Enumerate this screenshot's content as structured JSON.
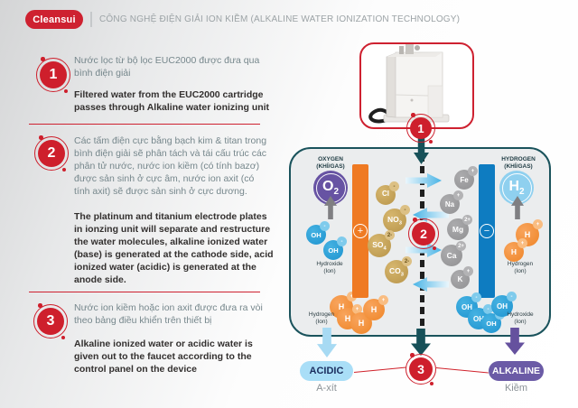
{
  "header": {
    "brand": "Cleansui",
    "title": "CÔNG NGHỆ ĐIỆN GIẢI ION KIỀM (ALKALINE WATER IONIZATION TECHNOLOGY)"
  },
  "steps": [
    {
      "number": "1",
      "vi": "Nước lọc từ bộ lọc EUC2000 được đưa qua bình điện giải",
      "en": "Filtered water from the EUC2000 cartridge passes through Alkaline water ionizing unit"
    },
    {
      "number": "2",
      "vi": "Các tấm điện cực bằng bạch kim & titan trong bình điện giải sẽ phân tách và tái cấu trúc các phân tử nước, nước ion kiềm (có tính bazơ) được sản sinh ở cực âm, nước ion axit (có tính axit) sẽ được sản sinh ở cực dương.",
      "en": "The platinum and titanium electrode plates in ionzing unit will separate and restructure the water molecules, alkaline ionized water (base) is generated at the cathode side, acid ionized water (acidic) is generated at the anode side."
    },
    {
      "number": "3",
      "vi": "Nước ion kiềm hoặc ion axit được đưa ra vòi theo bảng điều khiển trên thiết bị",
      "en": "Alkaline ionized water or acidic water is given out to the faucet according to the control panel on the device"
    }
  ],
  "diagram": {
    "left_gas": {
      "name": "OXYGEN",
      "state": "(KHÍ/GAS)",
      "molecule": "O",
      "molecule_sub": "2"
    },
    "right_gas": {
      "name": "HYDROGEN",
      "state": "(KHÍ/GAS)",
      "molecule": "H",
      "molecule_sub": "2"
    },
    "anode_sign": "+",
    "cathode_sign": "−",
    "labels": {
      "hydroxide": "Hydroxide",
      "hydrogen": "Hydrogen",
      "ion": "(Ion)"
    },
    "oh": {
      "formula": "OH",
      "charge": "-"
    },
    "h": {
      "formula": "H",
      "charge": "+"
    },
    "anions": [
      {
        "formula": "Cl",
        "sub": "",
        "charge": "-"
      },
      {
        "formula": "NO",
        "sub": "3",
        "charge": "-"
      },
      {
        "formula": "SO",
        "sub": "4",
        "charge": "2-"
      },
      {
        "formula": "CO",
        "sub": "3",
        "charge": "2-"
      }
    ],
    "cations": [
      {
        "formula": "Fe",
        "sub": "",
        "charge": "+"
      },
      {
        "formula": "Na",
        "sub": "",
        "charge": "+"
      },
      {
        "formula": "Mg",
        "sub": "",
        "charge": "2+"
      },
      {
        "formula": "Ca",
        "sub": "",
        "charge": "2+"
      },
      {
        "formula": "K",
        "sub": "",
        "charge": "+"
      }
    ]
  },
  "outputs": {
    "acidic": {
      "label": "ACIDIC",
      "sub": "A-xít"
    },
    "alkaline": {
      "label": "ALKALINE",
      "sub": "Kiềm"
    }
  },
  "colors": {
    "brand_red": "#ce2130",
    "teal": "#175159",
    "anode_orange": "#ef7a23",
    "cathode_blue": "#0e7cc1",
    "oxygen_purple": "#6753a3",
    "hydrogen_blue": "#8fd0ef",
    "acidic_pill": "#a9def7",
    "alkaline_pill": "#6b5ba6",
    "anion_tan": "#c7a355",
    "cation_gray": "#9b9b9d",
    "hydroxide_ion_blue": "#2aa2da",
    "hydrogen_ion_orange": "#f5933d"
  }
}
